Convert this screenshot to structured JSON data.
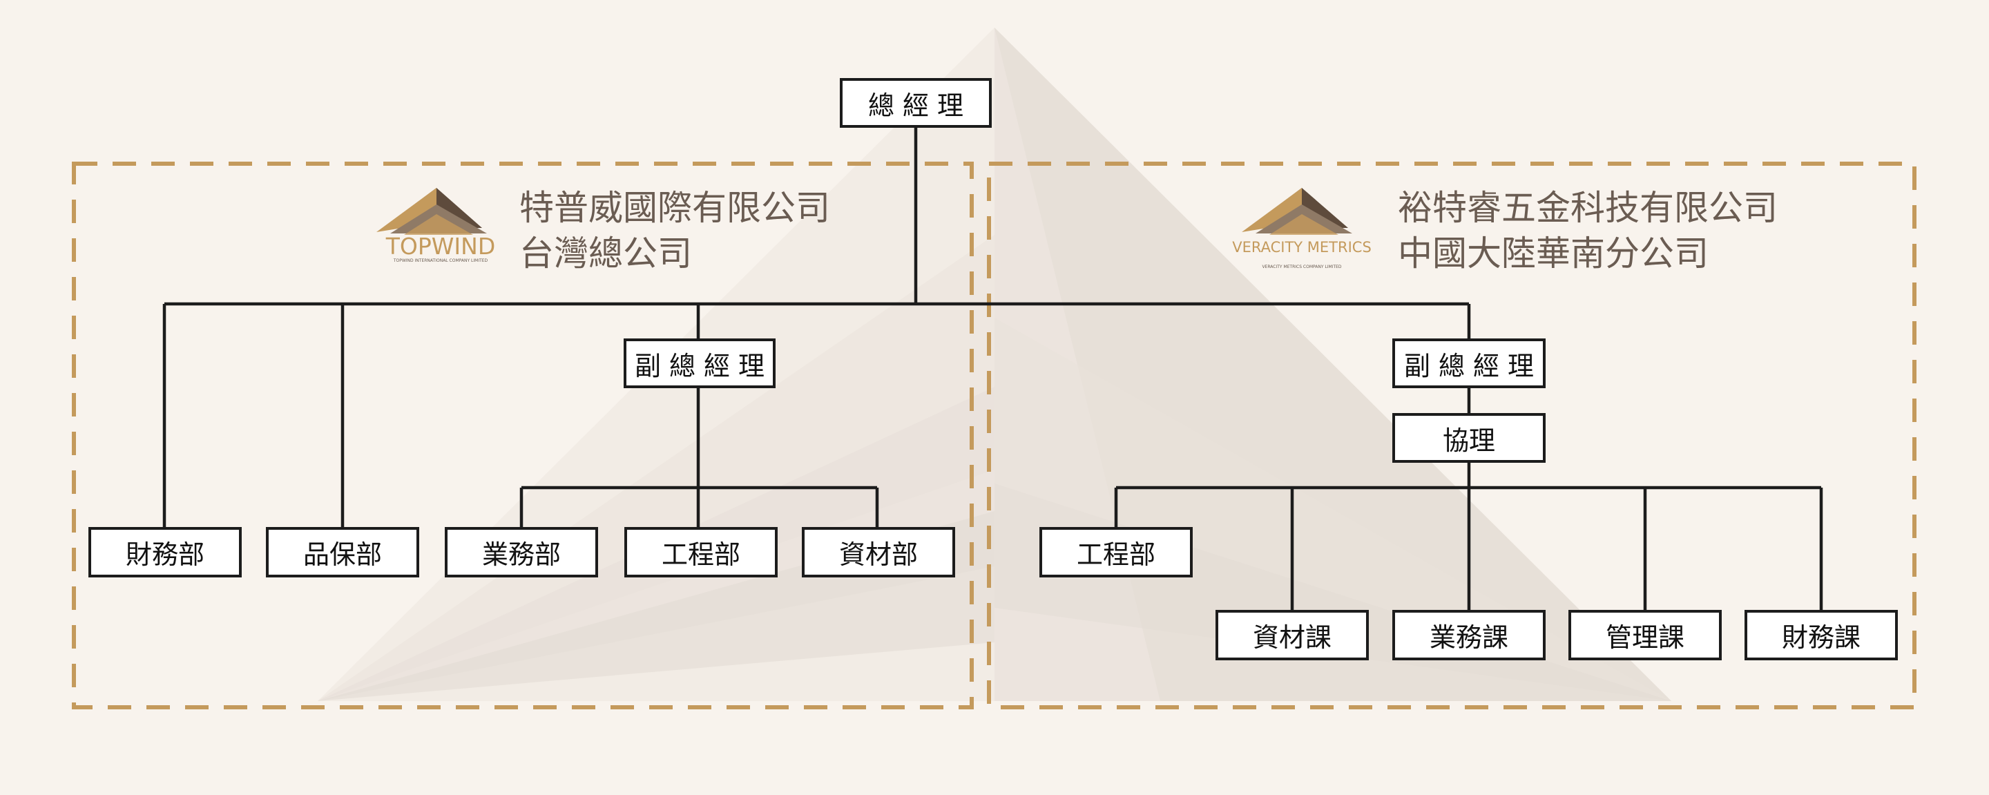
{
  "top": {
    "label": "總經理"
  },
  "left_group": {
    "company_line1": "特普威國際有限公司",
    "company_line2": "台灣總公司",
    "logo": {
      "name": "TOPWIND",
      "tagline": "TOPWIND INTERNATIONAL COMPANY LIMITED",
      "icon": "topwind-logo-icon"
    },
    "vice_gm": "副總經理",
    "direct_depts": [
      "財務部",
      "品保部"
    ],
    "vp_depts": [
      "業務部",
      "工程部",
      "資材部"
    ]
  },
  "right_group": {
    "company_line1": "裕特睿五金科技有限公司",
    "company_line2": "中國大陸華南分公司",
    "logo": {
      "name": "VERACITY METRICS",
      "tagline": "VERACITY METRICS COMPANY LIMITED",
      "icon": "veracity-logo-icon"
    },
    "vice_gm": "副總經理",
    "assistant": "協理",
    "upper_dept": "工程部",
    "sections": [
      "資材課",
      "業務課",
      "管理課",
      "財務課"
    ]
  },
  "colors": {
    "background": "#f8f3ed",
    "dashed_border": "#c49a5c",
    "line": "#1c1c1c",
    "company_text": "#6a5c52",
    "logo_gold": "#c49a5c",
    "logo_brown": "#5e4b3c"
  }
}
